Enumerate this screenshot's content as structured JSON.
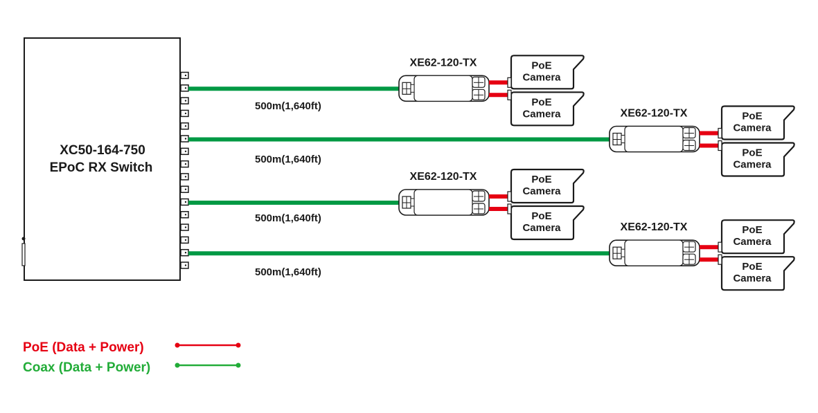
{
  "switch": {
    "model": "XC50-164-750",
    "name": "EPoC RX Switch",
    "port_count": 16,
    "connected_ports": [
      2,
      6,
      11,
      15
    ]
  },
  "links": [
    {
      "distance": "500m(1,640ft)",
      "transmitter": "XE62-120-TX",
      "cameras": [
        {
          "line1": "PoE",
          "line2": "Camera"
        },
        {
          "line1": "PoE",
          "line2": "Camera"
        }
      ]
    },
    {
      "distance": "500m(1,640ft)",
      "transmitter": "XE62-120-TX",
      "cameras": [
        {
          "line1": "PoE",
          "line2": "Camera"
        },
        {
          "line1": "PoE",
          "line2": "Camera"
        }
      ]
    },
    {
      "distance": "500m(1,640ft)",
      "transmitter": "XE62-120-TX",
      "cameras": [
        {
          "line1": "PoE",
          "line2": "Camera"
        },
        {
          "line1": "PoE",
          "line2": "Camera"
        }
      ]
    },
    {
      "distance": "500m(1,640ft)",
      "transmitter": "XE62-120-TX",
      "cameras": [
        {
          "line1": "PoE",
          "line2": "Camera"
        },
        {
          "line1": "PoE",
          "line2": "Camera"
        }
      ]
    }
  ],
  "legend": [
    {
      "label": "PoE (Data + Power)",
      "color": "#e60012"
    },
    {
      "label": "Coax (Data + Power)",
      "color": "#22ac38"
    }
  ],
  "colors": {
    "coax": "#009944",
    "poe": "#e60012",
    "outline": "#1a1a1a"
  }
}
